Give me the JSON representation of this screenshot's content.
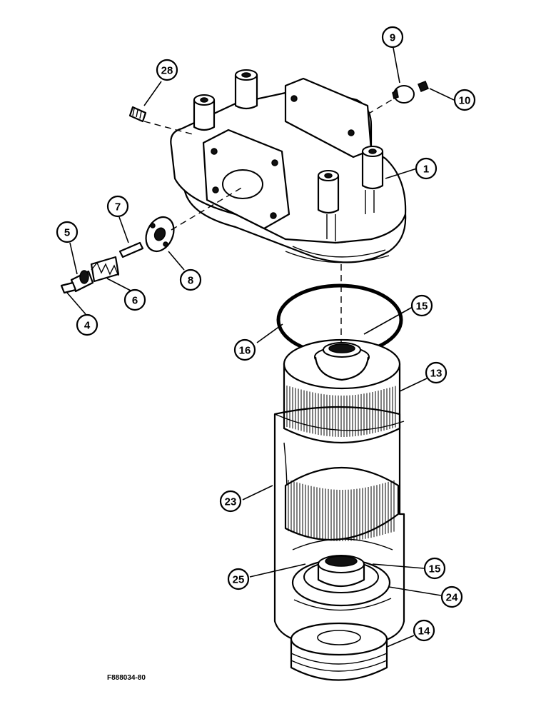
{
  "diagram": {
    "figure_code": "F888034-80",
    "callouts": [
      {
        "id": "28",
        "label": "28"
      },
      {
        "id": "9",
        "label": "9"
      },
      {
        "id": "10",
        "label": "10"
      },
      {
        "id": "1",
        "label": "1"
      },
      {
        "id": "7",
        "label": "7"
      },
      {
        "id": "5",
        "label": "5"
      },
      {
        "id": "8",
        "label": "8"
      },
      {
        "id": "6",
        "label": "6"
      },
      {
        "id": "4",
        "label": "4"
      },
      {
        "id": "15a",
        "label": "15"
      },
      {
        "id": "16",
        "label": "16"
      },
      {
        "id": "13",
        "label": "13"
      },
      {
        "id": "23",
        "label": "23"
      },
      {
        "id": "25",
        "label": "25"
      },
      {
        "id": "15b",
        "label": "15"
      },
      {
        "id": "24",
        "label": "24"
      },
      {
        "id": "14",
        "label": "14"
      }
    ]
  }
}
